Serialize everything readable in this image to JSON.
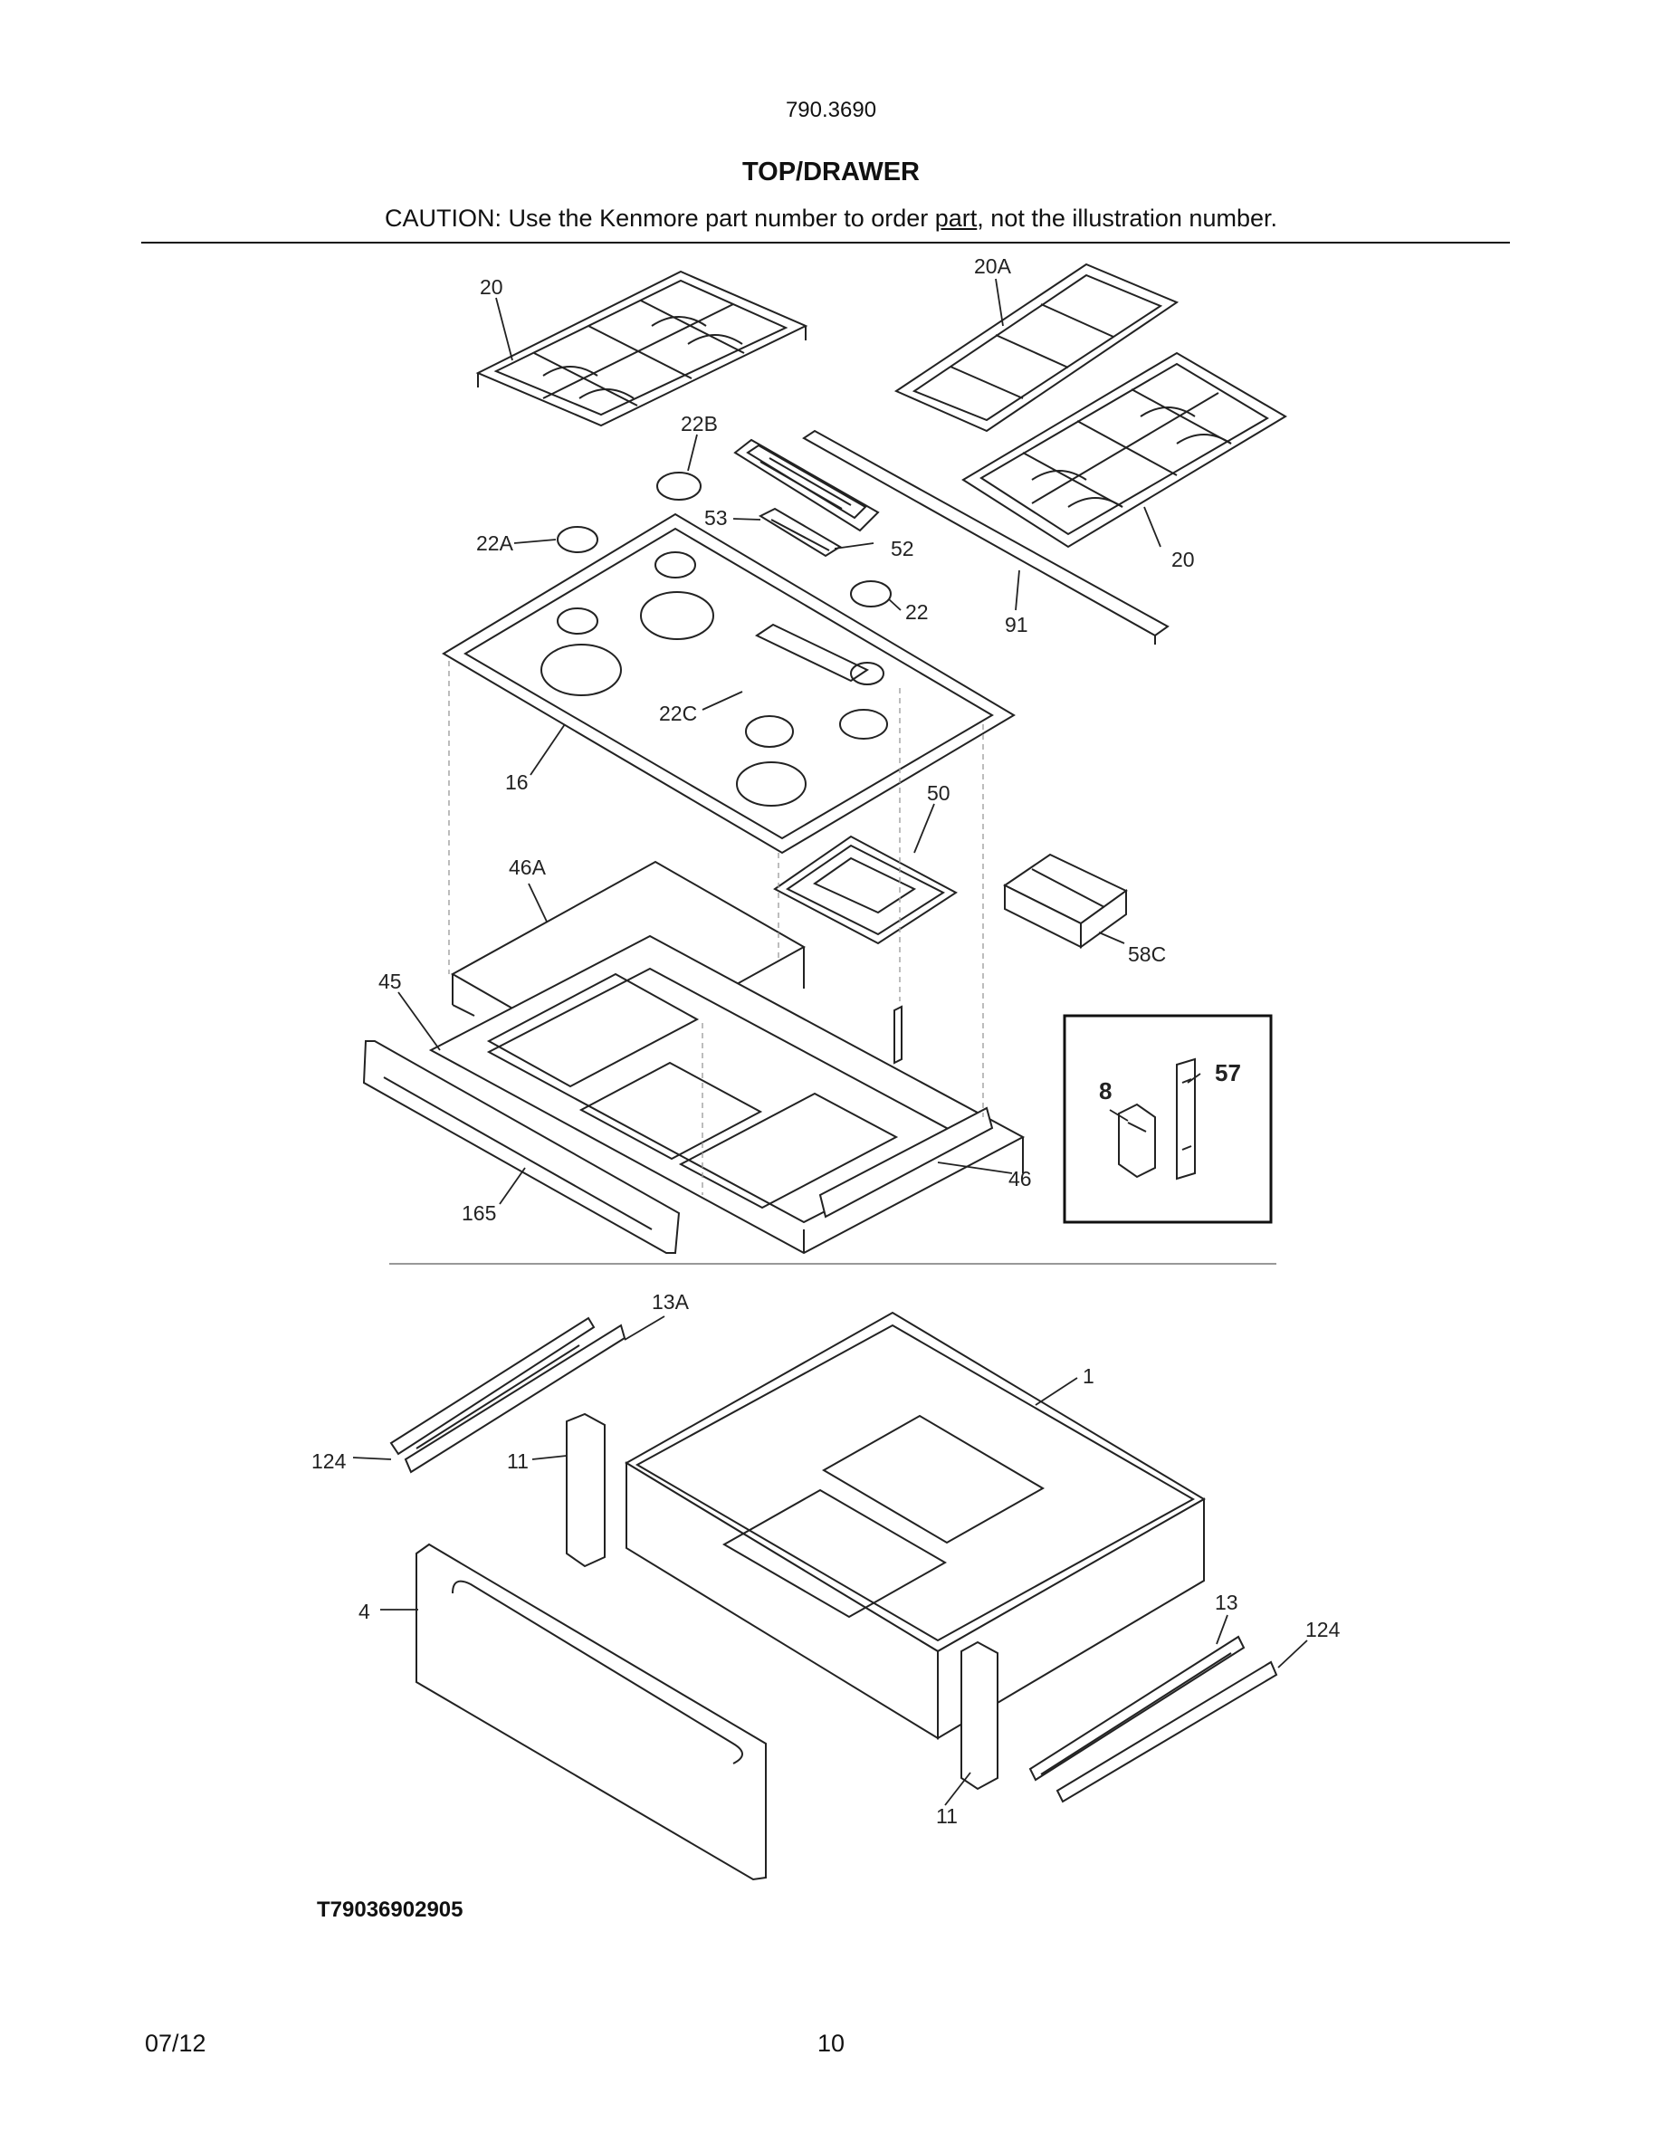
{
  "header": {
    "model": "790.3690",
    "title": "TOP/DRAWER",
    "caution_prefix": "CAUTION: Use the Kenmore part number to order ",
    "caution_underlined": "part",
    "caution_suffix": ", not the illustration number."
  },
  "callouts": {
    "c20_left": "20",
    "c20A": "20A",
    "c22B": "22B",
    "c53": "53",
    "c52": "52",
    "c22A": "22A",
    "c22": "22",
    "c20_right": "20",
    "c91": "91",
    "c22C": "22C",
    "c16": "16",
    "c50": "50",
    "c46A": "46A",
    "c58C": "58C",
    "c45": "45",
    "c8": "8",
    "c57": "57",
    "c46": "46",
    "c165": "165",
    "c13A": "13A",
    "c1": "1",
    "c124_left": "124",
    "c11_left": "11",
    "c4": "4",
    "c13": "13",
    "c124_right": "124",
    "c11_bottom": "11"
  },
  "footer": {
    "drawing_code": "T79036902905",
    "date": "07/12",
    "page_number": "10"
  }
}
